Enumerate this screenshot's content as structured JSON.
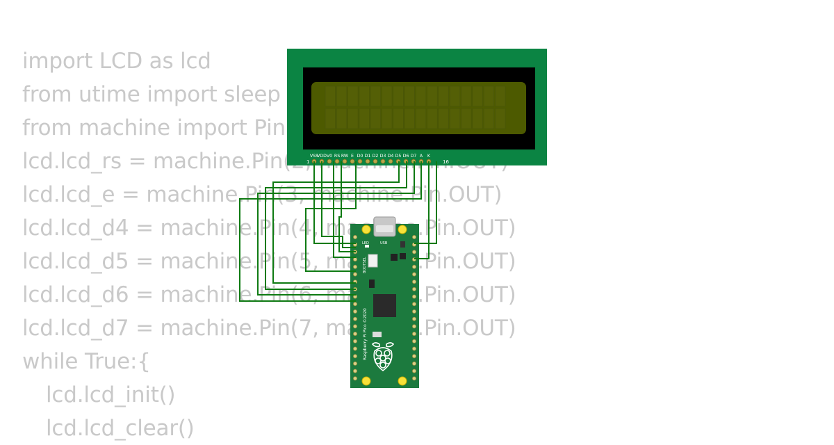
{
  "code_lines": [
    "import LCD as lcd",
    "from utime import sleep",
    "from machine import Pin",
    "lcd.lcd_rs = machine.Pin(2, machine.Pin.OUT)",
    "lcd.lcd_e = machine.Pin(3, machine.Pin.OUT)",
    "lcd.lcd_d4 = machine.Pin(4, machine.Pin.OUT)",
    "lcd.lcd_d5 = machine.Pin(5, machine.Pin.OUT)",
    "lcd.lcd_d6 = machine.Pin(6, machine.Pin.OUT)",
    "lcd.lcd_d7 = machine.Pin(7, machine.Pin.OUT)",
    "while True:{",
    "lcd.lcd_init()",
    "lcd.lcd_clear()"
  ],
  "lcd": {
    "pin_labels": [
      "VSS",
      "VDD",
      "V0",
      "RS",
      "RW",
      "E",
      "D0",
      "D1",
      "D2",
      "D3",
      "D4",
      "D5",
      "D6",
      "D7",
      "A",
      "K"
    ],
    "pin_first": "1",
    "pin_last": "16",
    "board_color": "#0b8443",
    "screen_color": "#4d5a00"
  },
  "pico": {
    "silk_vertical": "Raspberry Pi Pico ©2020",
    "usb_label": "USB",
    "led_label": "LED",
    "bootsel_label": "BOOTSEL",
    "board_color": "#1c7a3e"
  },
  "wire_color": "#0e7a12"
}
